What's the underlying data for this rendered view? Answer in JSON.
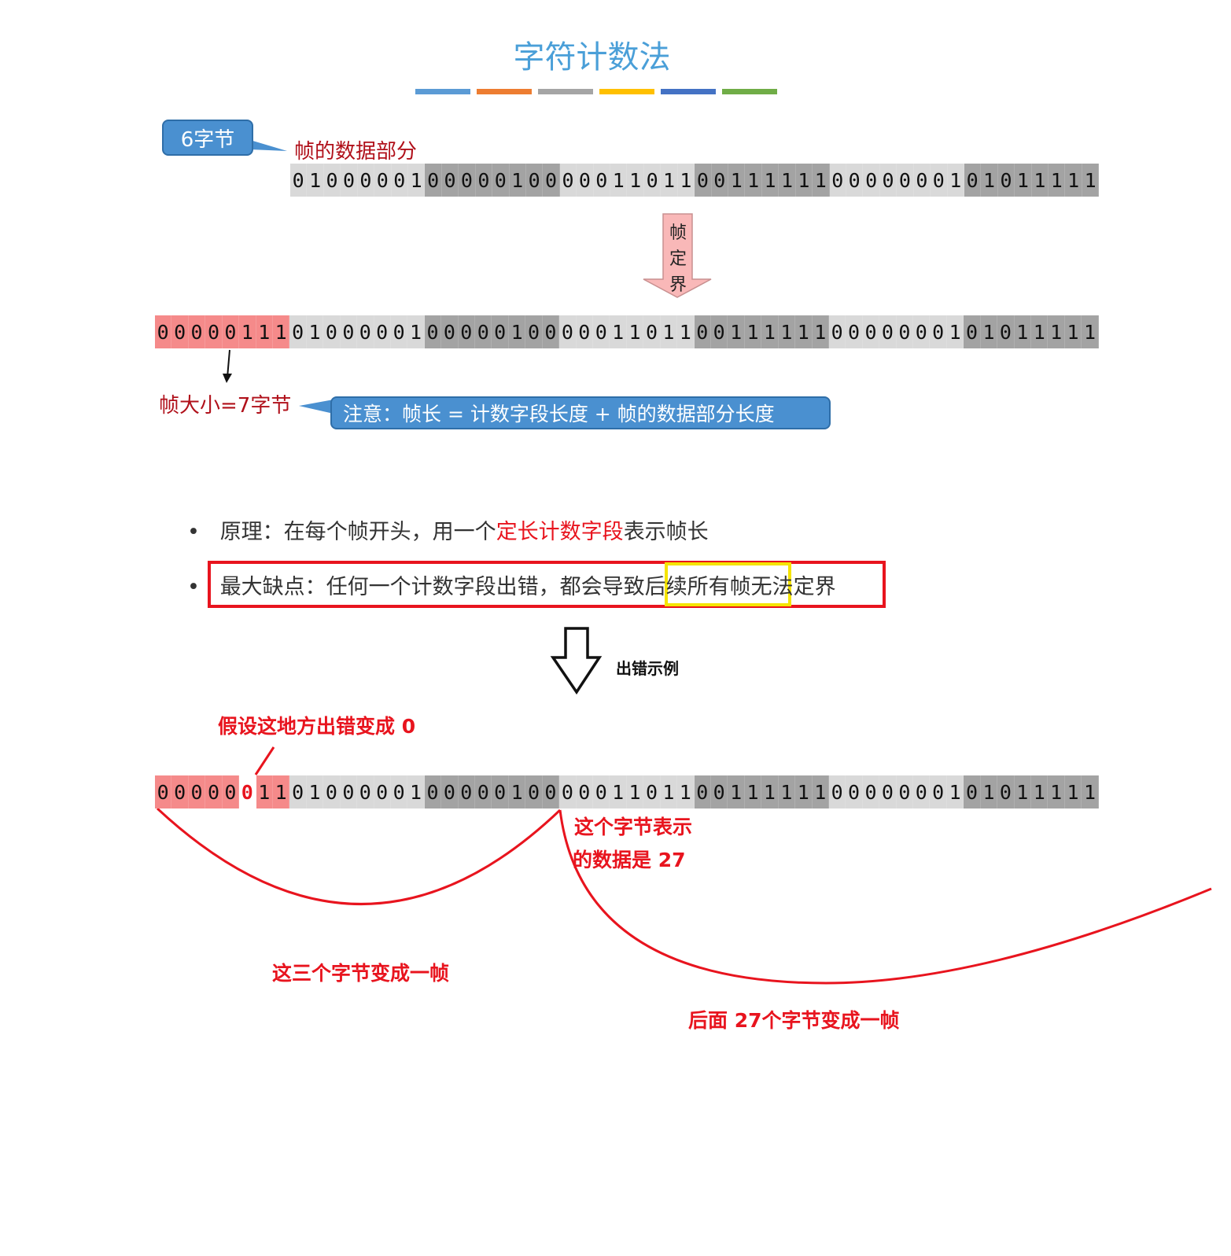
{
  "title": "字符计数法",
  "title_bar_colors": [
    "#5b9bd5",
    "#ed7d31",
    "#a5a5a5",
    "#ffc000",
    "#4472c4",
    "#70ad47"
  ],
  "callout_6": "6字节",
  "data_part_label": "帧的数据部分",
  "data_bytes": [
    "01000001",
    "00000100",
    "00011011",
    "00111111",
    "00000001",
    "01011111"
  ],
  "count_byte": "00000111",
  "framing_arrow": [
    "帧",
    "定",
    "界"
  ],
  "frame_size_label": "帧大小=7字节",
  "note": "注意：帧长 = 计数字段长度 + 帧的数据部分长度",
  "bullet1": {
    "prefix": "原理：在每个帧开头，用一个",
    "highlight": "定长计数字段",
    "suffix": "表示帧长"
  },
  "bullet2": "最大缺点：任何一个计数字段出错，都会导致后续所有帧无法定界",
  "error_example_label": "出错示例",
  "error_note": "假设这地方出错变成 0",
  "error_count_byte": "00000011",
  "error_bit_index": 5,
  "byte_meaning_note_1": "这个字节表示",
  "byte_meaning_note_2": "的数据是 27",
  "three_bytes_note": "这三个字节变成一帧",
  "next_27_note": "后面 27个字节变成一帧",
  "colors": {
    "count": "#f58a8a",
    "light": "#d9d9d9",
    "dark": "#a3a3a3",
    "annotation": "#e8141e",
    "callout": "#4a90d0"
  }
}
